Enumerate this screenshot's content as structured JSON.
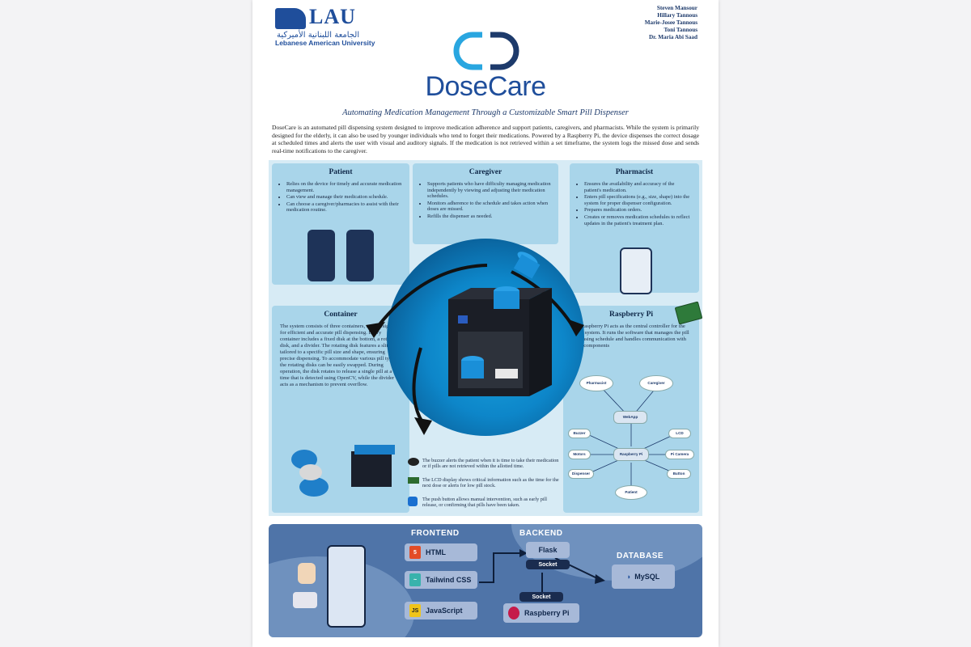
{
  "header": {
    "lau_short": "LAU",
    "lau_arabic": "الجامعة اللبنانية الأميركية",
    "lau_full": "Lebanese American University",
    "authors": [
      "Steven Mansour",
      "Hillary Tannous",
      "Marie-Josee Tannous",
      "Toni Tannous",
      "Dr. Maria Abi Saad"
    ],
    "brand": "DoseCare",
    "subtitle": "Automating Medication Management Through a Customizable Smart Pill Dispenser"
  },
  "intro": "DoseCare is an automated pill dispensing system designed to improve medication adherence and support patients, caregivers, and pharmacists. While the system is primarily designed for the elderly, it can also be used by younger individuals who tend to forget their medications. Powered by a Raspberry Pi, the device dispenses the correct dosage at scheduled times and alerts the user with visual and auditory signals. If the medication is not retrieved within a set timeframe, the system logs the missed dose and sends real-time notifications to the caregiver.",
  "patient": {
    "title": "Patient",
    "items": [
      "Relies on the device for timely and accurate medication management.",
      "Can view and manage their medication schedule.",
      "Can choose a caregiver/pharmacies to assist with their medication routine."
    ]
  },
  "caregiver": {
    "title": "Caregiver",
    "items": [
      "Supports patients who have difficulty managing medication independently by viewing and adjusting their medication schedules.",
      "Monitors adherence to the schedule and takes action when doses are missed.",
      "Refills the dispenser as needed."
    ]
  },
  "pharmacist": {
    "title": "Pharmacist",
    "items": [
      "Ensures the availability and accuracy of the patient's medication.",
      "Enters pill specifications (e.g., size, shape) into the system for proper dispenser configuration.",
      "Prepares medication orders.",
      "Creates or removes medication schedules to reflect updates in the patient's treatment plan."
    ]
  },
  "container": {
    "title": "Container",
    "text": "The system consists of three containers, each designed for efficient and accurate pill dispensing. Every container includes a fixed disk at the bottom, a rotating disk, and a divider. The rotating disk features a slit tailored to a specific pill size and shape, ensuring precise dispensing. To accommodate various pill types, the rotating disks can be easily swapped. During operation, the disk rotates to release a single pill at a time that is detected using OpenCV, while the divider acts as a mechanism to prevent overflow."
  },
  "raspberry": {
    "title": "Raspberry Pi",
    "text": "The Raspberry Pi acts as the central controller for the entire system. It runs the software that manages the pill dispensing schedule and handles communication with other components",
    "diagram": {
      "pharmacist": "Pharmacist",
      "caregiver": "Caregiver",
      "webapp": "WebApp",
      "buzzer": "Buzzer",
      "lcd": "LCD",
      "motors": "Motors",
      "rpi": "Raspberry Pi",
      "picamera": "Pi Camera",
      "dispenser": "Dispenser",
      "button": "Button",
      "patient": "Patient"
    }
  },
  "peripherals": [
    "The buzzer alerts the patient when it is time to take their medication or if pills are not retrieved within the allotted time.",
    "The LCD display shows critical information such as the time for the next dose or alerts for low pill stock.",
    "The push button allows manual intervention, such as early pill release, or confirming that pills have been taken."
  ],
  "stack": {
    "frontend": "FRONTEND",
    "backend": "BACKEND",
    "database": "DATABASE",
    "html": "HTML",
    "html_icon": "5",
    "tailwind": "Tailwind CSS",
    "tailwind_icon": "~",
    "js": "JavaScript",
    "js_icon": "JS",
    "flask": "Flask",
    "socket1": "Socket",
    "socket2": "Socket",
    "raspberry": "Raspberry Pi",
    "mysql": "MySQL"
  },
  "colors": {
    "brand": "#1f4e9b",
    "card": "#a9d5ea",
    "panel": "#d7ebf5",
    "band": "#4f74a8",
    "circle": "#0d86c9"
  }
}
